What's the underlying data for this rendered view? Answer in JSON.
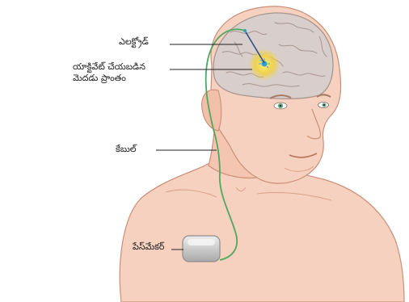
{
  "labels": {
    "electrode": "ఎలక్ట్రోడ్",
    "activated_area_line1": "యాక్టివేట్ చేయబడిన",
    "activated_area_line2": "మెదడు ప్రాంతం",
    "cable": "కేబుల్",
    "pacemaker": "పేస్‌మేకర్"
  },
  "colors": {
    "skin": "#f7d1bf",
    "skin_shadow": "#e9b39c",
    "outline": "#c98f78",
    "brain": "#d8cfcc",
    "brain_fold": "#a8958f",
    "glow": "#f3d23a",
    "electrode_tip": "#2ea0d6",
    "cable": "#4ea862",
    "device": "#c9c9c9",
    "eye_iris": "#6fae8f",
    "leader_line": "#222222"
  }
}
